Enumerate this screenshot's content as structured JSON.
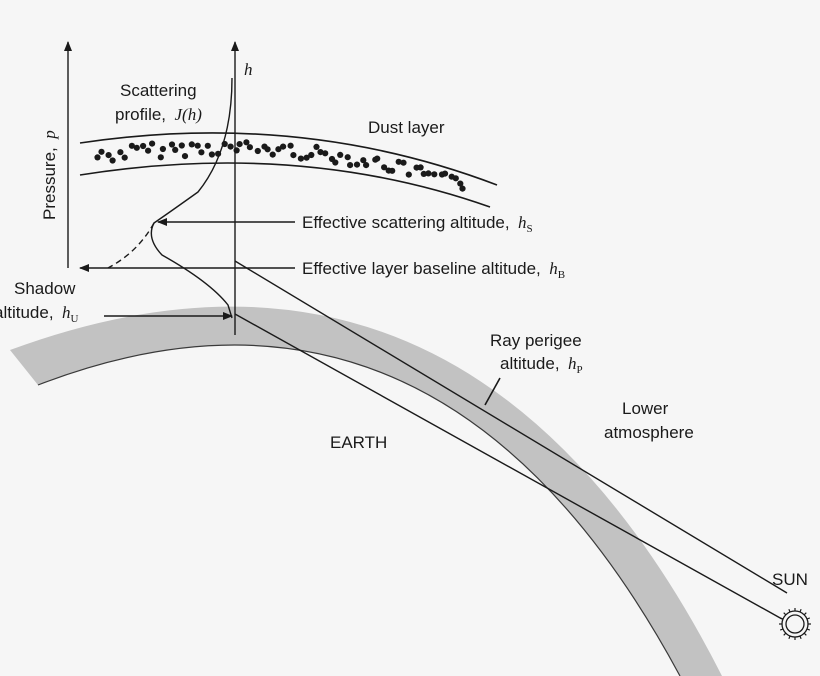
{
  "diagram": {
    "h_axis": {
      "label": "h"
    },
    "pressure_axis": {
      "label": "Pressure,",
      "symbol": "p"
    },
    "scattering_profile": {
      "line1": "Scattering",
      "line2": "profile,",
      "symbol": "J",
      "symbol_arg": "(h)"
    },
    "dust_layer": {
      "label": "Dust layer"
    },
    "effective_scattering": {
      "label": "Effective scattering altitude,",
      "symbol": "h",
      "subscript": "S"
    },
    "effective_baseline": {
      "label": "Effective layer baseline altitude,",
      "symbol": "h",
      "subscript": "B"
    },
    "shadow": {
      "line1": "Shadow",
      "line2": "altitude,",
      "symbol": "h",
      "subscript": "U"
    },
    "ray_perigee": {
      "line1": "Ray perigee",
      "line2": "altitude,",
      "symbol": "h",
      "subscript": "P"
    },
    "lower_atmosphere": {
      "line1": "Lower",
      "line2": "atmosphere"
    },
    "earth": {
      "label": "EARTH"
    },
    "sun": {
      "label": "SUN"
    },
    "colors": {
      "ink": "#1a1a1a",
      "atmosphere_band": "#c2c2c2",
      "background": "#f6f6f6"
    }
  }
}
